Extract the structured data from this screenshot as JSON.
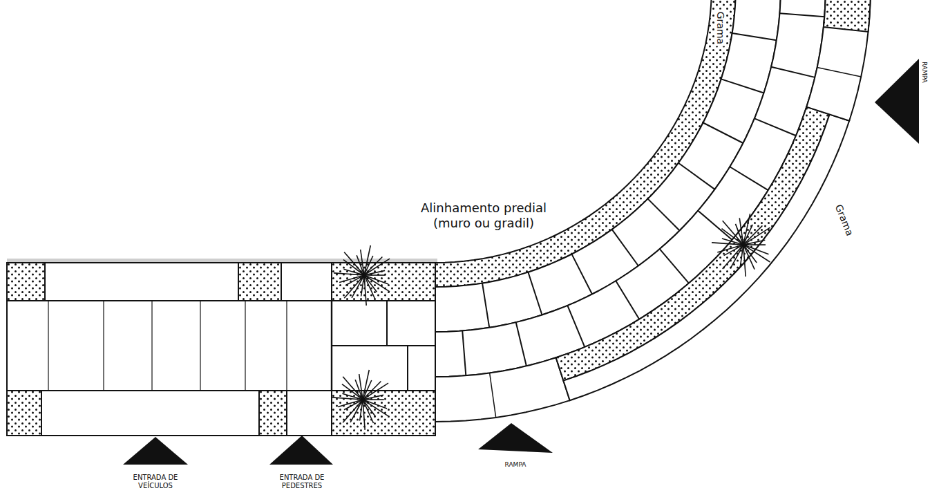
{
  "diagram": {
    "labels": [
      "Grama",
      "Alinhamento predial (muro ou gradil)",
      "Grama",
      "RAMPA",
      "ENTRADA DE VEÍCULOS",
      "ENTRADA DE PEDESTRES",
      "RAMPA"
    ]
  }
}
